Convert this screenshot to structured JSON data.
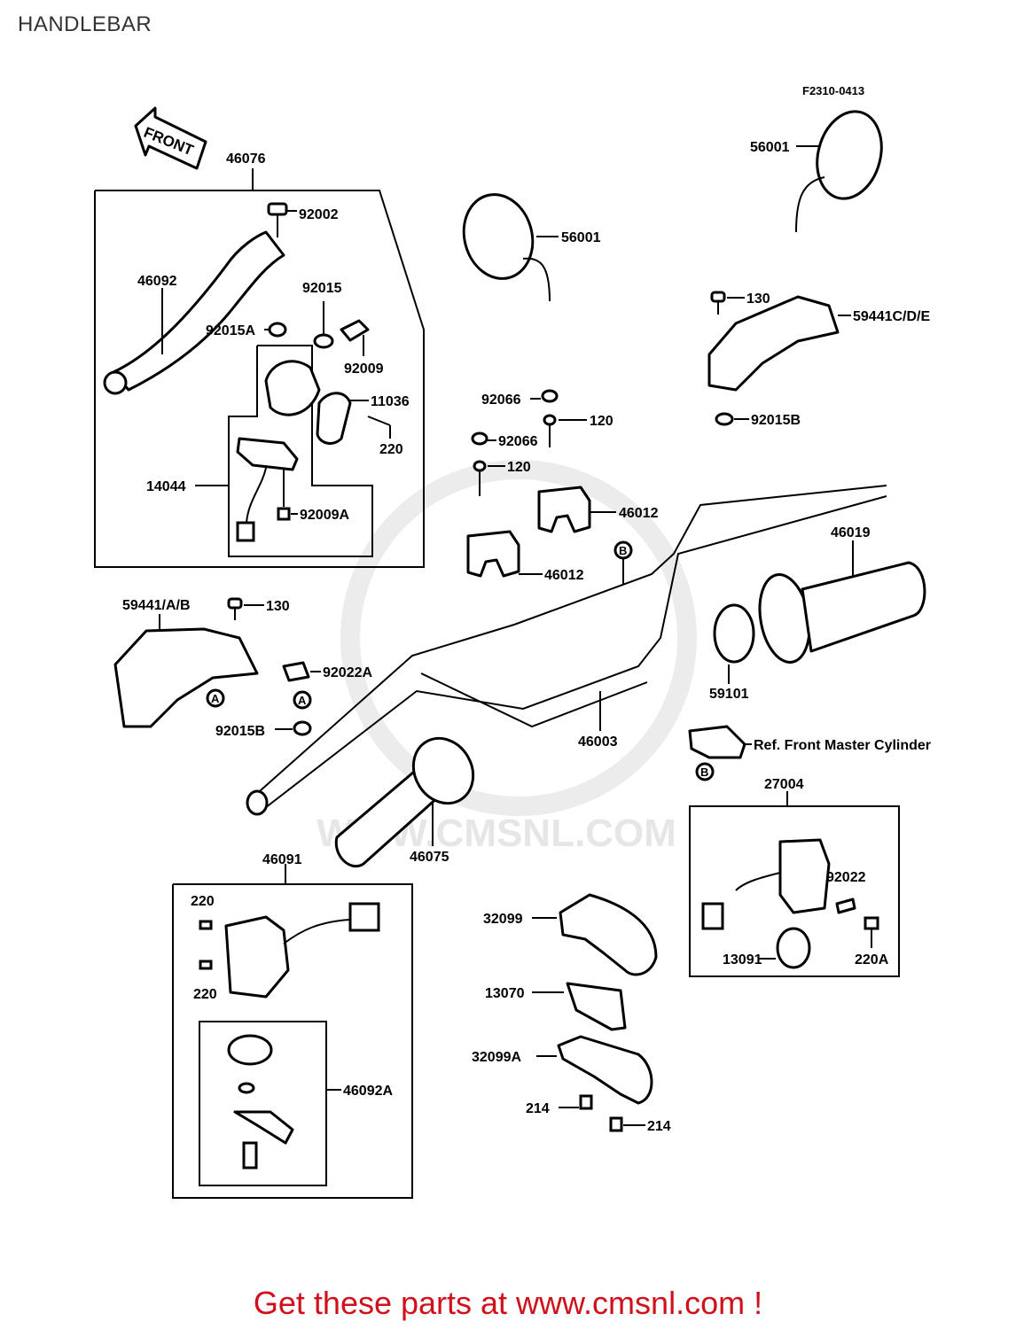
{
  "title": "HANDLEBAR",
  "figure_code": "F2310-0413",
  "front_label": "FRONT",
  "watermark": "WWW.CMSNL.COM",
  "footer": "Get these parts at www.cmsnl.com !",
  "circle_markers": {
    "a": "A",
    "b": "B"
  },
  "labels": {
    "p46076": "46076",
    "p92002": "92002",
    "p46092": "46092",
    "p92015": "92015",
    "p92015a_top": "92015A",
    "p92009": "92009",
    "p11036": "11036",
    "p220_top": "220",
    "p14044": "14044",
    "p92009a": "92009A",
    "p56001_left": "56001",
    "p56001_right": "56001",
    "p130_top": "130",
    "p59441cde": "59441C/D/E",
    "p92015b_right": "92015B",
    "p92066_a": "92066",
    "p120_a": "120",
    "p92066_b": "92066",
    "p120_b": "120",
    "p46012_a": "46012",
    "p46012_b": "46012",
    "p46019": "46019",
    "p59441ab": "59441/A/B",
    "p130_left": "130",
    "p92022a": "92022A",
    "p92015b_left": "92015B",
    "p59101": "59101",
    "p46003": "46003",
    "ref_master": "Ref. Front Master Cylinder",
    "p27004": "27004",
    "p92022": "92022",
    "p13091": "13091",
    "p220a": "220A",
    "p46075": "46075",
    "p46091": "46091",
    "p220_l1": "220",
    "p220_l2": "220",
    "p46092a": "46092A",
    "p32099": "32099",
    "p13070": "13070",
    "p32099a": "32099A",
    "p214_a": "214",
    "p214_b": "214"
  }
}
